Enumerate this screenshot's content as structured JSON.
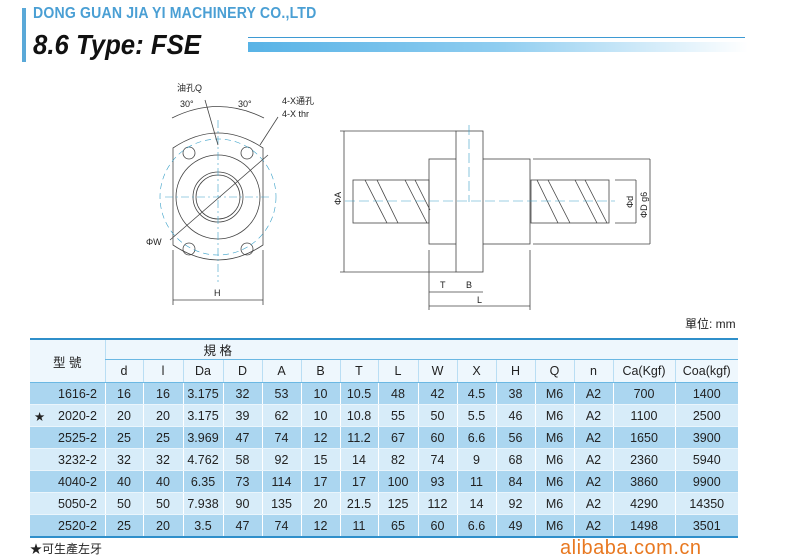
{
  "header": {
    "company": "DONG GUAN JIA YI MACHINERY CO.,LTD",
    "title": "8.6 Type: FSE"
  },
  "drawing": {
    "front": {
      "oil_hole": "油孔Q",
      "angle_left": "30°",
      "angle_right": "30°",
      "holes_cn": "4-X通孔",
      "holes_en": "4-X thr",
      "dia_w": "ΦW",
      "width_h": "H"
    },
    "side": {
      "dia_a": "ΦA",
      "dia_d": "Φd",
      "dia_dg6": "ΦD g6",
      "t": "T",
      "b": "B",
      "l": "L"
    }
  },
  "unit": "單位: mm",
  "table": {
    "model_header": "型 號",
    "spec_header": "規 格",
    "columns": [
      "d",
      "l",
      "Da",
      "D",
      "A",
      "B",
      "T",
      "L",
      "W",
      "X",
      "H",
      "Q",
      "n",
      "Ca(Kgf)",
      "Coa(kgf)"
    ],
    "rows": [
      {
        "model": "1616-2",
        "star": "",
        "values": [
          "16",
          "16",
          "3.175",
          "32",
          "53",
          "10",
          "10.5",
          "48",
          "42",
          "4.5",
          "38",
          "M6",
          "A2",
          "700",
          "1400"
        ]
      },
      {
        "model": "2020-2",
        "star": "★",
        "values": [
          "20",
          "20",
          "3.175",
          "39",
          "62",
          "10",
          "10.8",
          "55",
          "50",
          "5.5",
          "46",
          "M6",
          "A2",
          "1100",
          "2500"
        ]
      },
      {
        "model": "2525-2",
        "star": "",
        "values": [
          "25",
          "25",
          "3.969",
          "47",
          "74",
          "12",
          "11.2",
          "67",
          "60",
          "6.6",
          "56",
          "M6",
          "A2",
          "1650",
          "3900"
        ]
      },
      {
        "model": "3232-2",
        "star": "",
        "values": [
          "32",
          "32",
          "4.762",
          "58",
          "92",
          "15",
          "14",
          "82",
          "74",
          "9",
          "68",
          "M6",
          "A2",
          "2360",
          "5940"
        ]
      },
      {
        "model": "4040-2",
        "star": "",
        "values": [
          "40",
          "40",
          "6.35",
          "73",
          "114",
          "17",
          "17",
          "100",
          "93",
          "11",
          "84",
          "M6",
          "A2",
          "3860",
          "9900"
        ]
      },
      {
        "model": "5050-2",
        "star": "",
        "values": [
          "50",
          "50",
          "7.938",
          "90",
          "135",
          "20",
          "21.5",
          "125",
          "112",
          "14",
          "92",
          "M6",
          "A2",
          "4290",
          "14350"
        ]
      },
      {
        "model": "2520-2",
        "star": "",
        "values": [
          "25",
          "20",
          "3.5",
          "47",
          "74",
          "12",
          "11",
          "65",
          "60",
          "6.6",
          "49",
          "M6",
          "A2",
          "1498",
          "3501"
        ]
      }
    ]
  },
  "note": "★可生產左牙",
  "watermark": "alibaba.com.cn"
}
